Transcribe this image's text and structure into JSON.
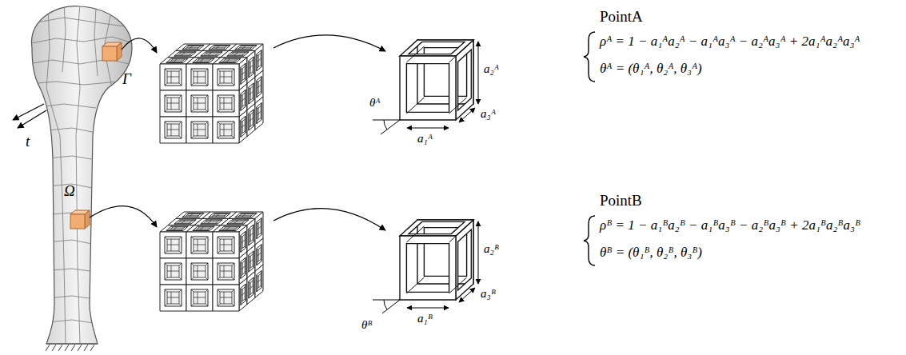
{
  "diagram": {
    "labels": [
      "t",
      "Γ",
      "Ω",
      "a₂ᴬ",
      "a₃ᴬ",
      "θᴬ",
      "a₁ᴬ",
      "PointA",
      "ρᴬ = 1 − a₁ᴬa₂ᴬ − a₁ᴬa₃ᴬ − a₂ᴬa₃ᴬ + 2a₁ᴬa₂ᴬa₃ᴬ",
      "θᴬ = (θ₁ᴬ, θ₂ᴬ, θ₃ᴬ)",
      "a₂ᴮ",
      "a₃ᴮ",
      "θᴮ",
      "a₁ᴮ",
      "PointB",
      "ρᴮ = 1 − a₁ᴮa₂ᴮ − a₁ᴮa₃ᴮ − a₂ᴮa₃ᴮ + 2a₁ᴮa₂ᴮa₃ᴮ",
      "θᴮ = (θ₁ᴮ, θ₂ᴮ, θ₃ᴮ)"
    ]
  }
}
